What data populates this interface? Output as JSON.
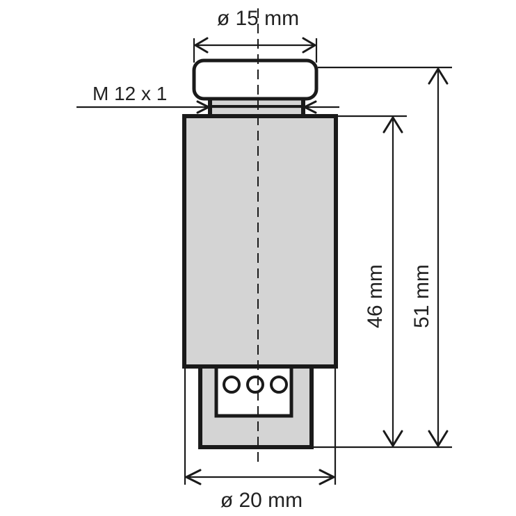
{
  "labels": {
    "cap_diameter": "ø 15 mm",
    "thread": "M 12 x 1",
    "body_height": "46 mm",
    "total_height": "51 mm",
    "body_diameter": "ø 20 mm"
  }
}
